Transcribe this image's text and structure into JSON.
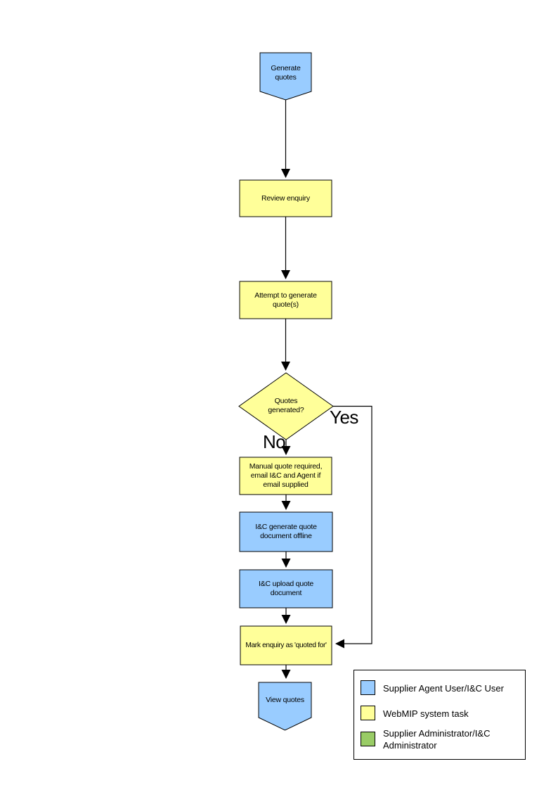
{
  "nodes": {
    "start": {
      "label": "Generate quotes",
      "color": "#99CCFF"
    },
    "review": {
      "label": "Review enquiry",
      "color": "#FFFF99"
    },
    "attempt": {
      "label": "Attempt to generate quote(s)",
      "color": "#FFFF99"
    },
    "decision": {
      "label": "Quotes generated?",
      "color": "#FFFF99"
    },
    "manual": {
      "label": "Manual quote required, email I&C and Agent if email supplied",
      "color": "#FFFF99"
    },
    "offline": {
      "label": "I&C generate quote document offline",
      "color": "#99CCFF"
    },
    "upload": {
      "label": "I&C upload quote document",
      "color": "#99CCFF"
    },
    "mark": {
      "label": "Mark enquiry as 'quoted for'",
      "color": "#FFFF99"
    },
    "end": {
      "label": "View quotes",
      "color": "#99CCFF"
    }
  },
  "branches": {
    "yes": "Yes",
    "no": "No"
  },
  "legend": {
    "items": [
      {
        "label": "Supplier Agent User/I&C User",
        "color": "#99CCFF"
      },
      {
        "label": "WebMIP system task",
        "color": "#FFFF99"
      },
      {
        "label": "Supplier Administrator/I&C Administrator",
        "color": "#99CC66"
      }
    ]
  },
  "colors": {
    "line": "#000000",
    "background": "#FFFFFF"
  }
}
